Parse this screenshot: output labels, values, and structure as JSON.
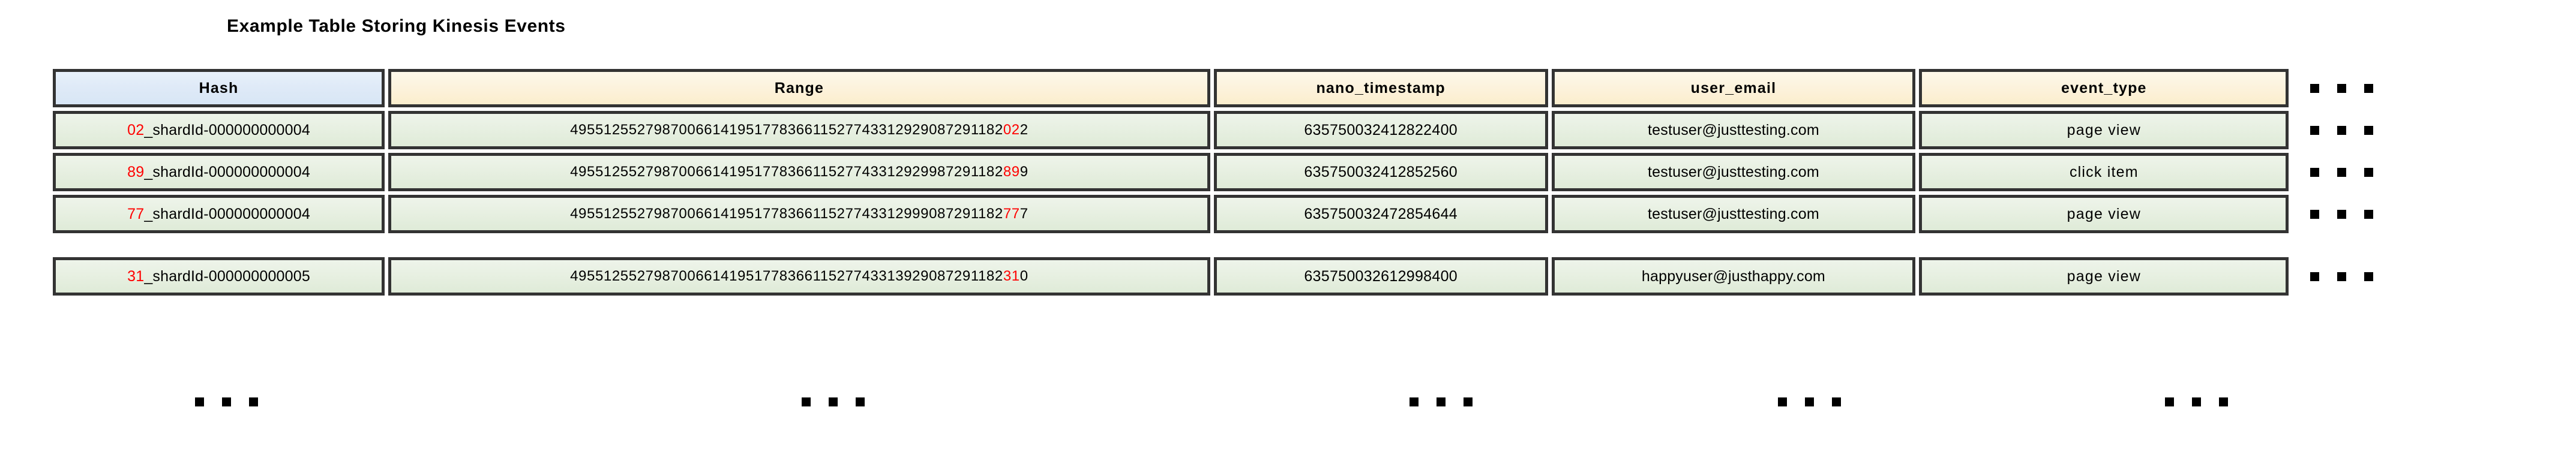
{
  "title": "Example Table Storing Kinesis Events",
  "colors": {
    "hash_header_bg": "#dfeaf7",
    "header_bg": "#fcf2dc",
    "row_bg": "#e6efe0",
    "border": "#333333",
    "highlight": "#ff0000",
    "text": "#000000"
  },
  "table": {
    "columns": [
      {
        "key": "hash",
        "label": "Hash"
      },
      {
        "key": "range",
        "label": "Range"
      },
      {
        "key": "nano",
        "label": "nano_timestamp"
      },
      {
        "key": "email",
        "label": "user_email"
      },
      {
        "key": "event",
        "label": "event_type"
      }
    ],
    "rows": [
      {
        "hash_prefix": "02",
        "hash_rest": "_shardId-000000000004",
        "range_main": "4955125527987006614195177836611527743312929087291182",
        "range_red": "02",
        "range_tail": "2",
        "nano": "635750032412822400",
        "email": "testuser@justtesting.com",
        "event": "page view"
      },
      {
        "hash_prefix": "89",
        "hash_rest": "_shardId-000000000004",
        "range_main": "4955125527987006614195177836611527743312929987291182",
        "range_red": "89",
        "range_tail": "9",
        "nano": "635750032412852560",
        "email": "testuser@justtesting.com",
        "event": "click item"
      },
      {
        "hash_prefix": "77",
        "hash_rest": "_shardId-000000000004",
        "range_main": "4955125527987006614195177836611527743312999087291182",
        "range_red": "77",
        "range_tail": "7",
        "nano": "635750032472854644",
        "email": "testuser@justtesting.com",
        "event": "page view"
      }
    ],
    "rows_after_gap": [
      {
        "hash_prefix": "31",
        "hash_rest": "_shardId-000000000005",
        "range_main": "4955125527987006614195177836611527743313929087291182",
        "range_red": "31",
        "range_tail": "0",
        "nano": "635750032612998400",
        "email": "happyuser@justhappy.com",
        "event": "page view"
      }
    ]
  },
  "ellipsis": {
    "symbol": "...",
    "dot_count": 3,
    "right_rows": 5,
    "bottom_columns": 5
  }
}
